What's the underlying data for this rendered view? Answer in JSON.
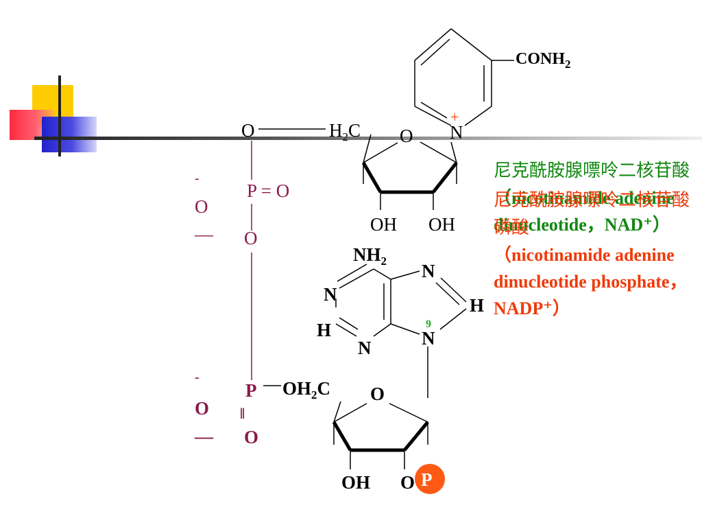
{
  "nicotinamide": {
    "substituent": "CONH",
    "substituent_sub": "2",
    "ring_n": "N",
    "charge": "+"
  },
  "ribose1": {
    "bridge_o": "O",
    "ch2_h": "H",
    "ch2_sub": "2",
    "ch2_c": "C",
    "ring_o": "O",
    "oh_left": "OH",
    "oh_right": "OH"
  },
  "phosphate1": {
    "minus": "-",
    "o": "O",
    "dash": "—",
    "p_eq_o": "P = O",
    "o_link": "O"
  },
  "adenine": {
    "nh": "NH",
    "nh_sub": "2",
    "n1": "N",
    "n3": "N",
    "n7": "N",
    "n9": "N",
    "h2": "H",
    "h8": "H",
    "position_9": "9"
  },
  "phosphate2": {
    "minus": "-",
    "o": "O",
    "dash": "—",
    "p": "P",
    "oh2c_a": "OH",
    "oh2c_sub": "2",
    "oh2c_c": "C",
    "double_bond": "‖",
    "o_bottom": "O"
  },
  "ribose2": {
    "ring_o": "O",
    "oh_left": "OH",
    "o_right": "O",
    "p_badge": "P"
  },
  "caption_green": {
    "zh": "尼克酰胺腺嘌呤二核苷酸",
    "en": "（nicotinamide adenine dinucleotide，NAD⁺）"
  },
  "caption_red": {
    "zh": "尼克酰胺腺嘌呤二核苷酸磷酸",
    "en": "（nicotinamide adenine dinucleotide phosphate，NADP⁺）"
  },
  "colors": {
    "maroon": "#8b1a4a",
    "green": "#118811",
    "red": "#f03a0a",
    "badge": "#ff5a14",
    "position_label": "#22aa22"
  }
}
